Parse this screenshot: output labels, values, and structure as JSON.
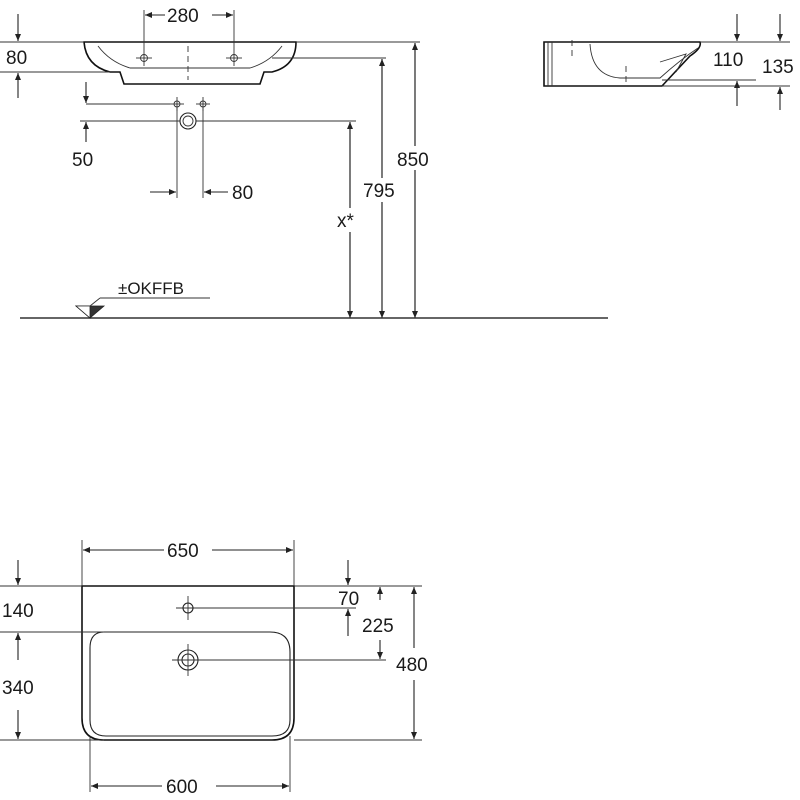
{
  "front_view": {
    "dim_tap_spacing": "280",
    "dim_rim_height": "80",
    "dim_tap_drop": "50",
    "dim_connection_spacing": "80",
    "dim_total_height": "850",
    "dim_rim_to_floor": "795",
    "dim_variable": "x*",
    "floor_label": "±OKFFB"
  },
  "side_view": {
    "dim_inner": "110",
    "dim_outer": "135"
  },
  "top_view": {
    "dim_width": "650",
    "dim_back": "140",
    "dim_tap_hole": "70",
    "dim_drain": "225",
    "dim_bowl_depth": "340",
    "dim_depth": "480",
    "dim_bowl_width": "600"
  }
}
